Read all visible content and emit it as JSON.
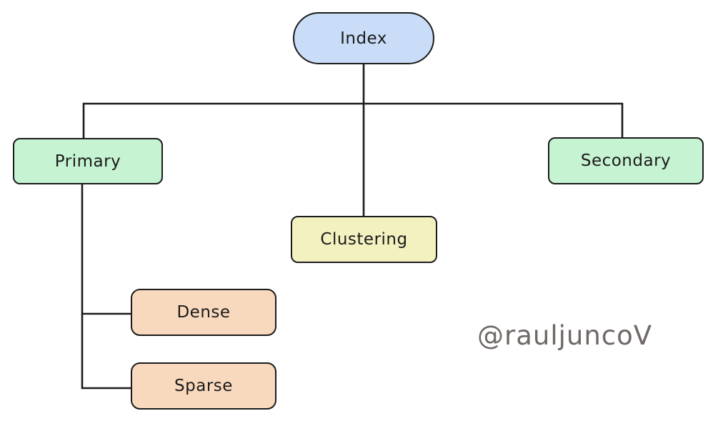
{
  "nodes": {
    "index": {
      "label": "Index",
      "fill": "blue"
    },
    "primary": {
      "label": "Primary",
      "fill": "green"
    },
    "secondary": {
      "label": "Secondary",
      "fill": "green"
    },
    "clustering": {
      "label": "Clustering",
      "fill": "yellow"
    },
    "dense": {
      "label": "Dense",
      "fill": "peach"
    },
    "sparse": {
      "label": "Sparse",
      "fill": "peach"
    }
  },
  "edges": [
    {
      "from": "index",
      "to": "primary"
    },
    {
      "from": "index",
      "to": "clustering"
    },
    {
      "from": "index",
      "to": "secondary"
    },
    {
      "from": "primary",
      "to": "dense"
    },
    {
      "from": "primary",
      "to": "sparse"
    }
  ],
  "watermark": {
    "text": "@rauljuncoV"
  },
  "colors": {
    "blue": "#c9dcf8",
    "green": "#c6f3d2",
    "yellow": "#f3f1c0",
    "peach": "#f8d9bd",
    "line": "#1b1b1b",
    "text": "#1b1b1b",
    "watermark": "#6e6967"
  }
}
